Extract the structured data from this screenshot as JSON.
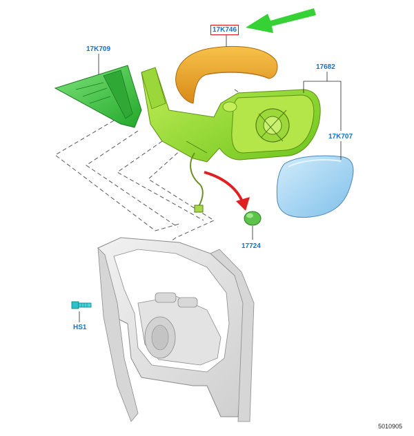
{
  "callouts": {
    "mirror_cover": "17K746",
    "triangle_trim": "17K709",
    "mirror_housing": "17682",
    "mirror_glass": "17K707",
    "cap": "17724",
    "screw": "HS1"
  },
  "reference_number": "5010905",
  "colors": {
    "callout_text": "#1b6fc4",
    "highlight_box": "#e01010",
    "green_arrow": "#35d135",
    "red_arrow": "#e02020",
    "cover_orange": "#f0a030",
    "housing_green": "#8ee030",
    "trim_green": "#3fc83f",
    "glass_blue": "#9fd4f0",
    "door_grey": "#e0e0e0"
  }
}
